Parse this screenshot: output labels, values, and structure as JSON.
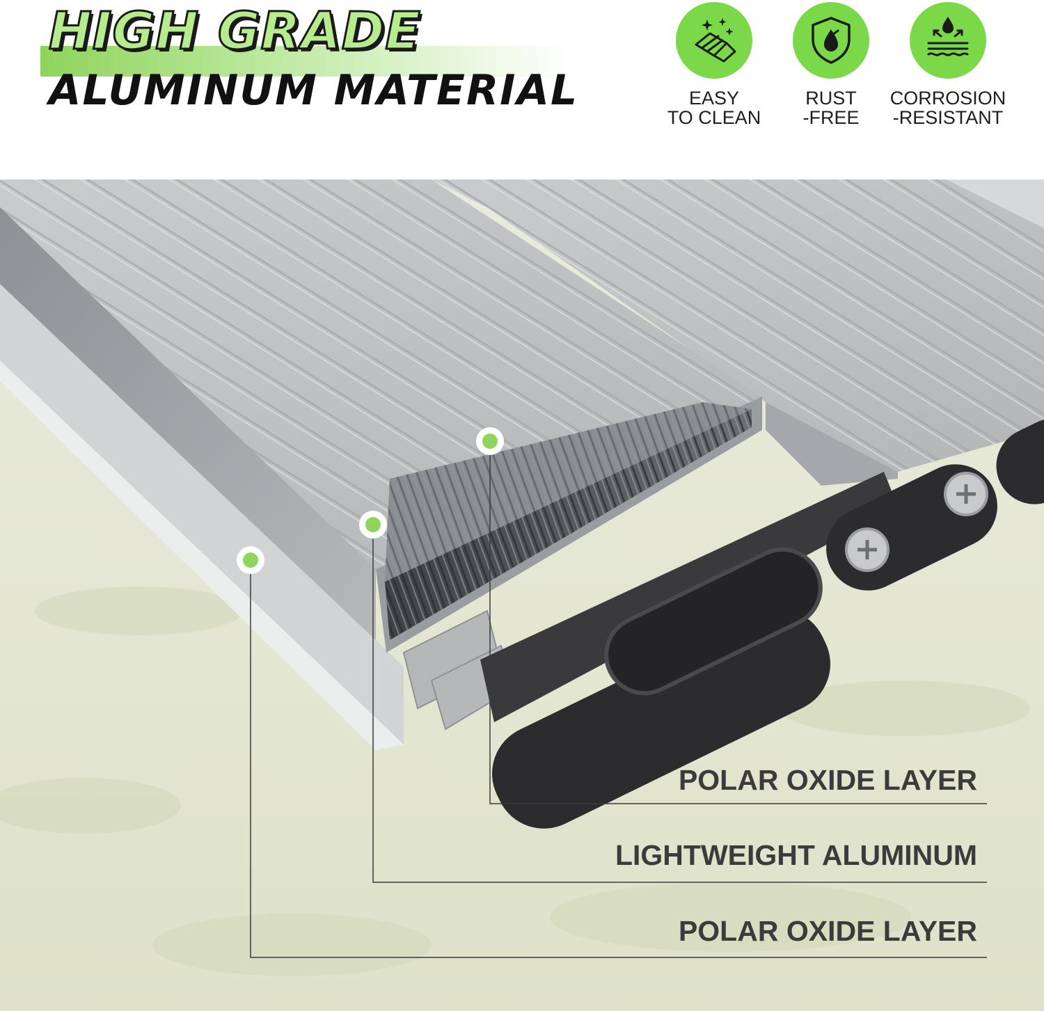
{
  "title": {
    "line1": "HIGH GRADE",
    "line2": "ALUMINUM MATERIAL"
  },
  "features": [
    {
      "line1": "EASY",
      "line2": "TO CLEAN",
      "icon": "cleaning-hand-icon"
    },
    {
      "line1": "RUST",
      "line2": "-FREE",
      "icon": "shield-drop-icon"
    },
    {
      "line1": "CORROSION",
      "line2": "-RESISTANT",
      "icon": "water-barrier-icon"
    }
  ],
  "callouts": [
    {
      "label": "POLAR OXIDE LAYER"
    },
    {
      "label": "LIGHTWEIGHT ALUMINUM"
    },
    {
      "label": "POLAR OXIDE LAYER"
    }
  ],
  "colors": {
    "accent_green": "#7bd848",
    "title_green": "#b7ec8e",
    "aluminum": "#bfc1c3",
    "hinge": "#2f2f31",
    "grass": "#e3e6cf",
    "callout_text": "#3b3b3b"
  }
}
